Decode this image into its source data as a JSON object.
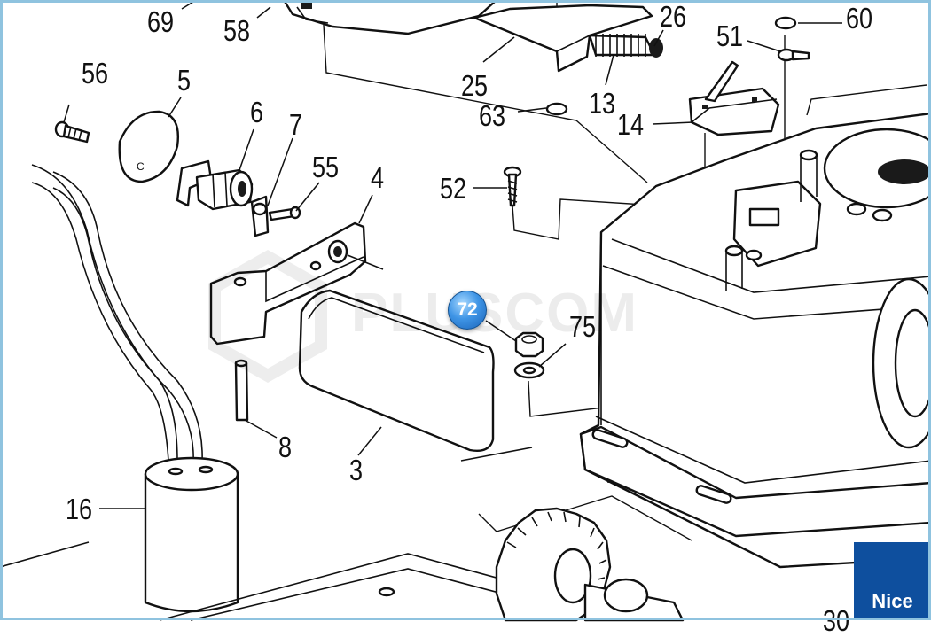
{
  "callouts": {
    "c69": "69",
    "c58": "58",
    "c26": "26",
    "c60": "60",
    "c51": "51",
    "c56": "56",
    "c5": "5",
    "c25": "25",
    "c13": "13",
    "c63": "63",
    "c14": "14",
    "c6": "6",
    "c7": "7",
    "c55": "55",
    "c4": "4",
    "c52": "52",
    "c75": "75",
    "c8": "8",
    "c3": "3",
    "c16": "16",
    "c30": "30"
  },
  "hotspot": {
    "label": "72",
    "color": "#2f86de"
  },
  "watermark": {
    "text": "PLUSCOM"
  },
  "brand": {
    "text": "Nice",
    "color": "#0e4f9e"
  }
}
